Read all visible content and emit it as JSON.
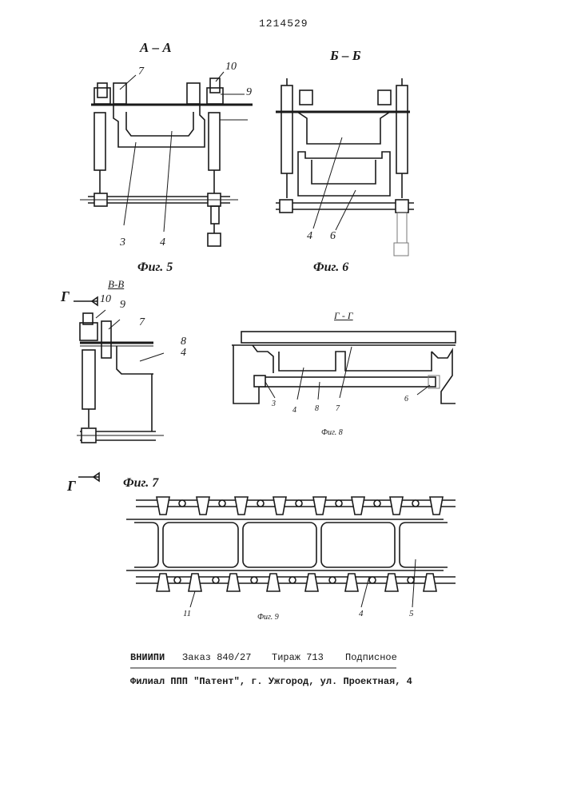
{
  "header": {
    "patent_number": "1214529"
  },
  "sections": {
    "aa": "А – А",
    "bb": "Б – Б",
    "vv": "В-В",
    "gg": "Г - Г",
    "g_arrow_top": "Г",
    "g_arrow_bottom": "Г"
  },
  "figures": {
    "fig5": "Фиг. 5",
    "fig6": "Фиг. 6",
    "fig7": "Фиг. 7",
    "fig8": "Фиг. 8",
    "fig9": "Фиг. 9"
  },
  "callouts": {
    "aa": [
      "7",
      "10",
      "9",
      "3",
      "4"
    ],
    "bb": [
      "4",
      "6"
    ],
    "vv": [
      "10",
      "9",
      "7",
      "8",
      "4"
    ],
    "gg": [
      "3",
      "4",
      "8",
      "7",
      "6"
    ],
    "fig9": [
      "11",
      "4",
      "5"
    ]
  },
  "footer": {
    "org": "ВНИИПИ",
    "order": "Заказ 840/27",
    "circulation": "Тираж 713",
    "subscription": "Подписное",
    "branch": "Филиал ППП \"Патент\", г. Ужгород, ул. Проектная, 4"
  }
}
